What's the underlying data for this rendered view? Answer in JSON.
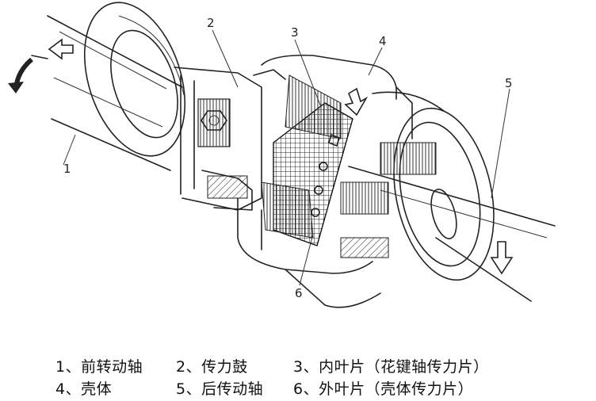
{
  "callouts": [
    "1",
    "2",
    "3",
    "4",
    "5",
    "6"
  ],
  "legend": {
    "row1": [
      "1、前转动轴",
      "2、传力鼓",
      "3、内叶片（花键轴传力片）"
    ],
    "row2": [
      "4、壳体",
      "5、后传动轴",
      "6、外叶片（壳体传力片）"
    ]
  }
}
